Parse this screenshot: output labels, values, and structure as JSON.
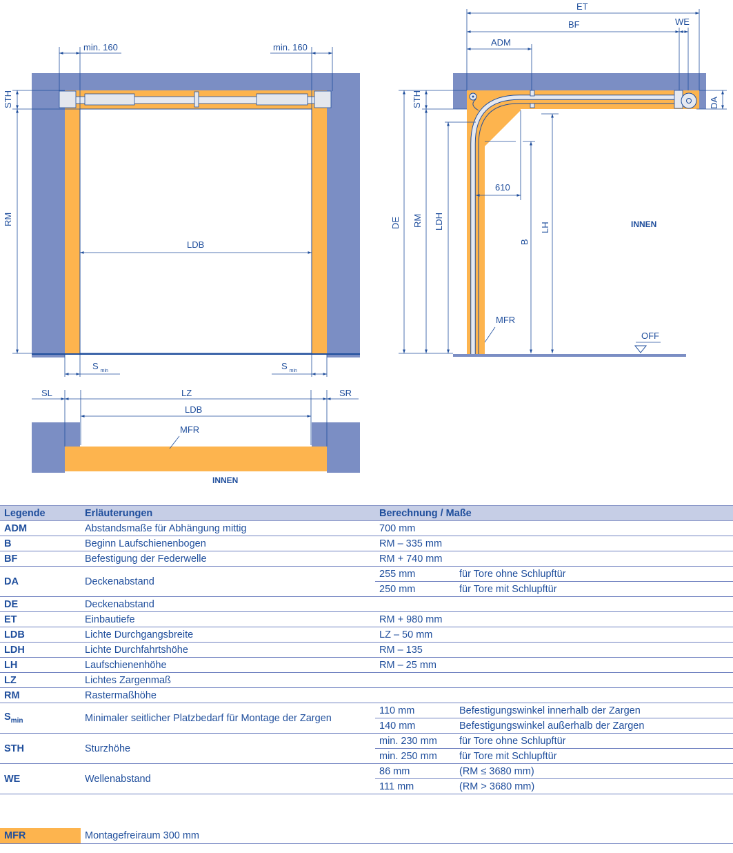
{
  "labels": {
    "min160_left": "min. 160",
    "min160_right": "min. 160",
    "sth": "STH",
    "rm": "RM",
    "ldb": "LDB",
    "smin_s": "S",
    "smin_sub": "min",
    "sl": "SL",
    "lz": "LZ",
    "sr": "SR",
    "mfr": "MFR",
    "innen": "INNEN",
    "et": "ET",
    "bf": "BF",
    "we": "WE",
    "adm": "ADM",
    "da": "DA",
    "de": "DE",
    "ldh": "LDH",
    "b": "B",
    "lh": "LH",
    "d610": "610",
    "off": "OFF"
  },
  "colors": {
    "wall": "#7b8ec4",
    "frame": "#fdb44e",
    "line": "#1f4e9c",
    "header_bg": "#c6cee6"
  },
  "table": {
    "headers": [
      "Legende",
      "Erläuterungen",
      "Berechnung / Maße"
    ],
    "rows": [
      {
        "abbr": "ADM",
        "expl": "Abstandsmaße für Abhängung mittig",
        "values": [
          [
            "700 mm",
            ""
          ]
        ]
      },
      {
        "abbr": "B",
        "expl": "Beginn Laufschienenbogen",
        "values": [
          [
            "RM – 335 mm",
            ""
          ]
        ]
      },
      {
        "abbr": "BF",
        "expl": "Befestigung der Federwelle",
        "values": [
          [
            "RM + 740 mm",
            ""
          ]
        ]
      },
      {
        "abbr": "DA",
        "expl": "Deckenabstand",
        "values": [
          [
            "255 mm",
            "für Tore ohne Schlupftür"
          ],
          [
            "250 mm",
            "für Tore mit Schlupftür"
          ]
        ]
      },
      {
        "abbr": "DE",
        "expl": "Deckenabstand",
        "values": [
          [
            "",
            ""
          ]
        ]
      },
      {
        "abbr": "ET",
        "expl": "Einbautiefe",
        "values": [
          [
            "RM + 980 mm",
            ""
          ]
        ]
      },
      {
        "abbr": "LDB",
        "expl": "Lichte Durchgangsbreite",
        "values": [
          [
            "LZ – 50 mm",
            ""
          ]
        ]
      },
      {
        "abbr": "LDH",
        "expl": "Lichte Durchfahrtshöhe",
        "values": [
          [
            "RM – 135",
            ""
          ]
        ]
      },
      {
        "abbr": "LH",
        "expl": "Laufschienenhöhe",
        "values": [
          [
            "RM – 25 mm",
            ""
          ]
        ]
      },
      {
        "abbr": "LZ",
        "expl": "Lichtes Zargenmaß",
        "values": [
          [
            "",
            ""
          ]
        ]
      },
      {
        "abbr": "RM",
        "expl": "Rastermaßhöhe",
        "values": [
          [
            "",
            ""
          ]
        ]
      },
      {
        "abbr": "S",
        "abbr_sub": "min",
        "expl": "Minimaler seitlicher Platzbedarf für Montage der Zargen",
        "values": [
          [
            "110 mm",
            "Befestigungswinkel innerhalb der Zargen"
          ],
          [
            "140 mm",
            "Befestigungswinkel außerhalb der Zargen"
          ]
        ]
      },
      {
        "abbr": "STH",
        "expl": "Sturzhöhe",
        "values": [
          [
            "min. 230 mm",
            "für Tore ohne Schlupftür"
          ],
          [
            "min. 250 mm",
            "für Tore mit Schlupftür"
          ]
        ]
      },
      {
        "abbr": "WE",
        "expl": "Wellenabstand",
        "values": [
          [
            "86 mm",
            "(RM ≤ 3680 mm)"
          ],
          [
            "111 mm",
            "(RM > 3680 mm)"
          ]
        ]
      }
    ]
  },
  "mfr_note": {
    "key": "MFR",
    "text": "Montagefreiraum 300 mm"
  }
}
